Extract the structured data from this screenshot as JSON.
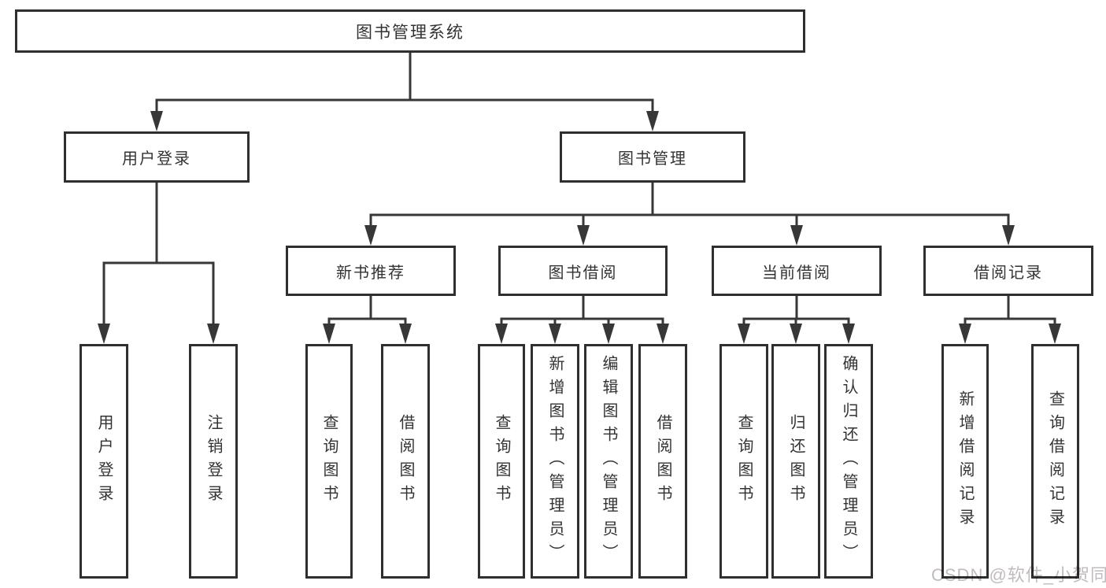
{
  "root": {
    "label": "图书管理系统"
  },
  "level2": [
    {
      "label": "用户登录"
    },
    {
      "label": "图书管理"
    }
  ],
  "level3": [
    {
      "label": "新书推荐"
    },
    {
      "label": "图书借阅"
    },
    {
      "label": "当前借阅"
    },
    {
      "label": "借阅记录"
    }
  ],
  "leaves": [
    {
      "label": "用户登录"
    },
    {
      "label": "注销登录"
    },
    {
      "label": "查询图书"
    },
    {
      "label": "借阅图书"
    },
    {
      "label": "查询图书"
    },
    {
      "label": "新增图书（管理员）"
    },
    {
      "label": "编辑图书（管理员）"
    },
    {
      "label": "借阅图书"
    },
    {
      "label": "查询图书"
    },
    {
      "label": "归还图书"
    },
    {
      "label": "确认归还（管理员）"
    },
    {
      "label": "新增借阅记录"
    },
    {
      "label": "查询借阅记录"
    }
  ],
  "watermark": {
    "text": "CSDN @软件_小贺同学"
  },
  "colors": {
    "line": "#373737",
    "border": "#2f2f2f",
    "text": "#333333",
    "background": "#ffffff",
    "watermark": "#c1bbbf"
  }
}
